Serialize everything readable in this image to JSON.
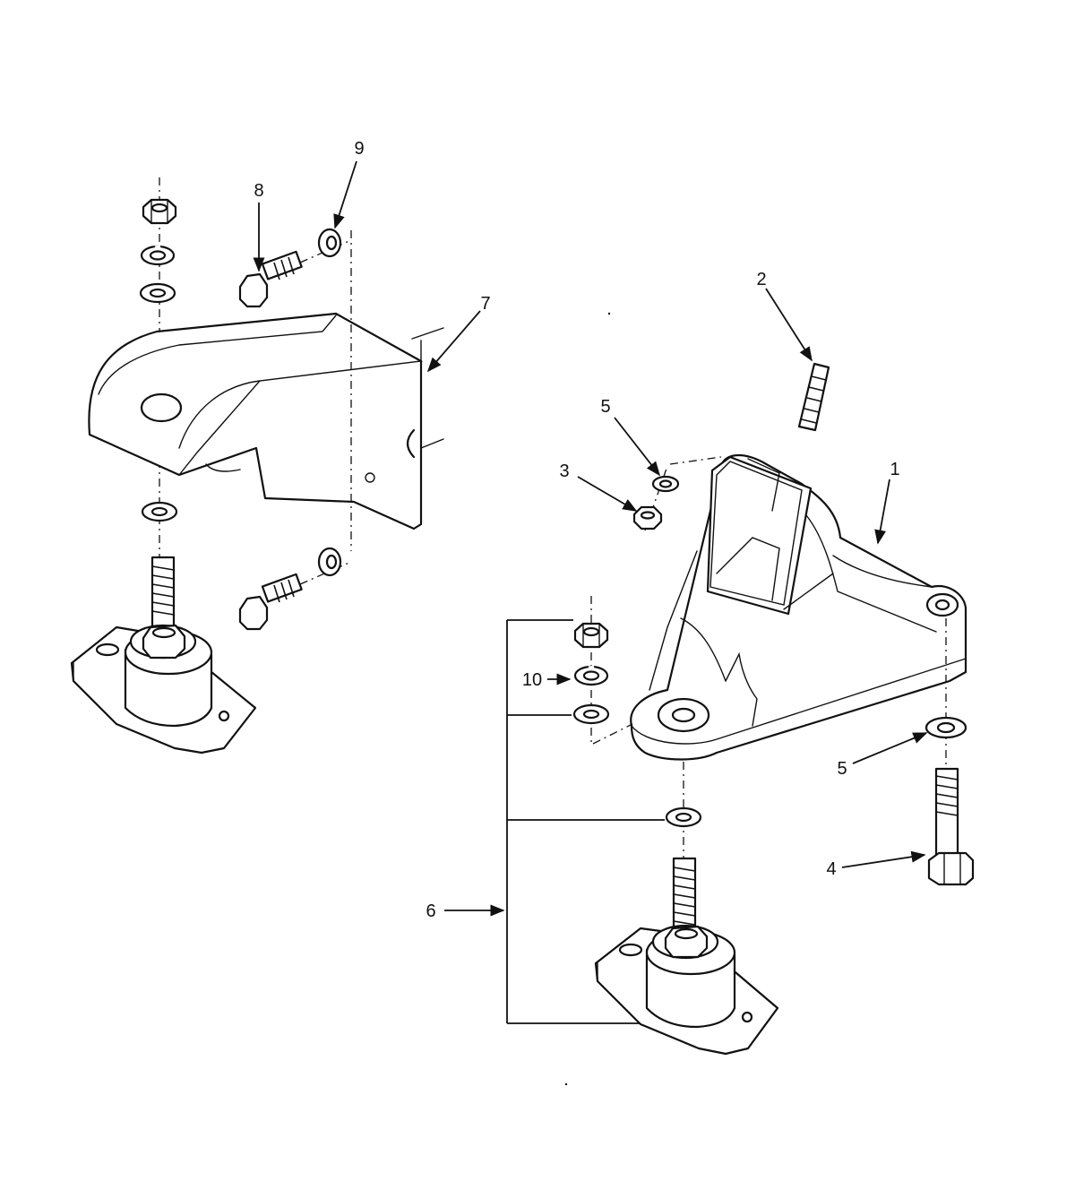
{
  "figure": {
    "callouts": [
      {
        "id": "c1",
        "text": "1"
      },
      {
        "id": "c2",
        "text": "2"
      },
      {
        "id": "c3",
        "text": "3"
      },
      {
        "id": "c4",
        "text": "4"
      },
      {
        "id": "c5a",
        "text": "5"
      },
      {
        "id": "c5b",
        "text": "5"
      },
      {
        "id": "c6",
        "text": "6"
      },
      {
        "id": "c7",
        "text": "7"
      },
      {
        "id": "c8",
        "text": "8"
      },
      {
        "id": "c9",
        "text": "9"
      },
      {
        "id": "c10",
        "text": "10"
      }
    ]
  }
}
